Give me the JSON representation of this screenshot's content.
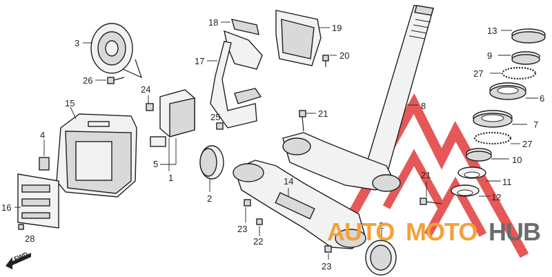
{
  "labels": {
    "l1": "1",
    "l2a": "2",
    "l2b": "2",
    "l3": "3",
    "l4": "4",
    "l5": "5",
    "l6": "6",
    "l7": "7",
    "l8": "8",
    "l9": "9",
    "l10": "10",
    "l11": "11",
    "l12": "12",
    "l13": "13",
    "l14": "14",
    "l15": "15",
    "l16": "16",
    "l17": "17",
    "l18": "18",
    "l19": "19",
    "l20": "20",
    "l21a": "21",
    "l21b": "21",
    "l22": "22",
    "l23a": "23",
    "l23b": "23",
    "l24": "24",
    "l25": "25",
    "l26": "26",
    "l27a": "27",
    "l27b": "27",
    "l28": "28"
  },
  "direction": {
    "fwd": "FWD"
  },
  "watermark": {
    "part1": "AUTO",
    "part2": "MOTO",
    "part3": "HUB"
  },
  "colors": {
    "watermark_red": "#e23b3b",
    "watermark_orange": "#f2a23a",
    "watermark_gray": "#6b6b6b"
  }
}
